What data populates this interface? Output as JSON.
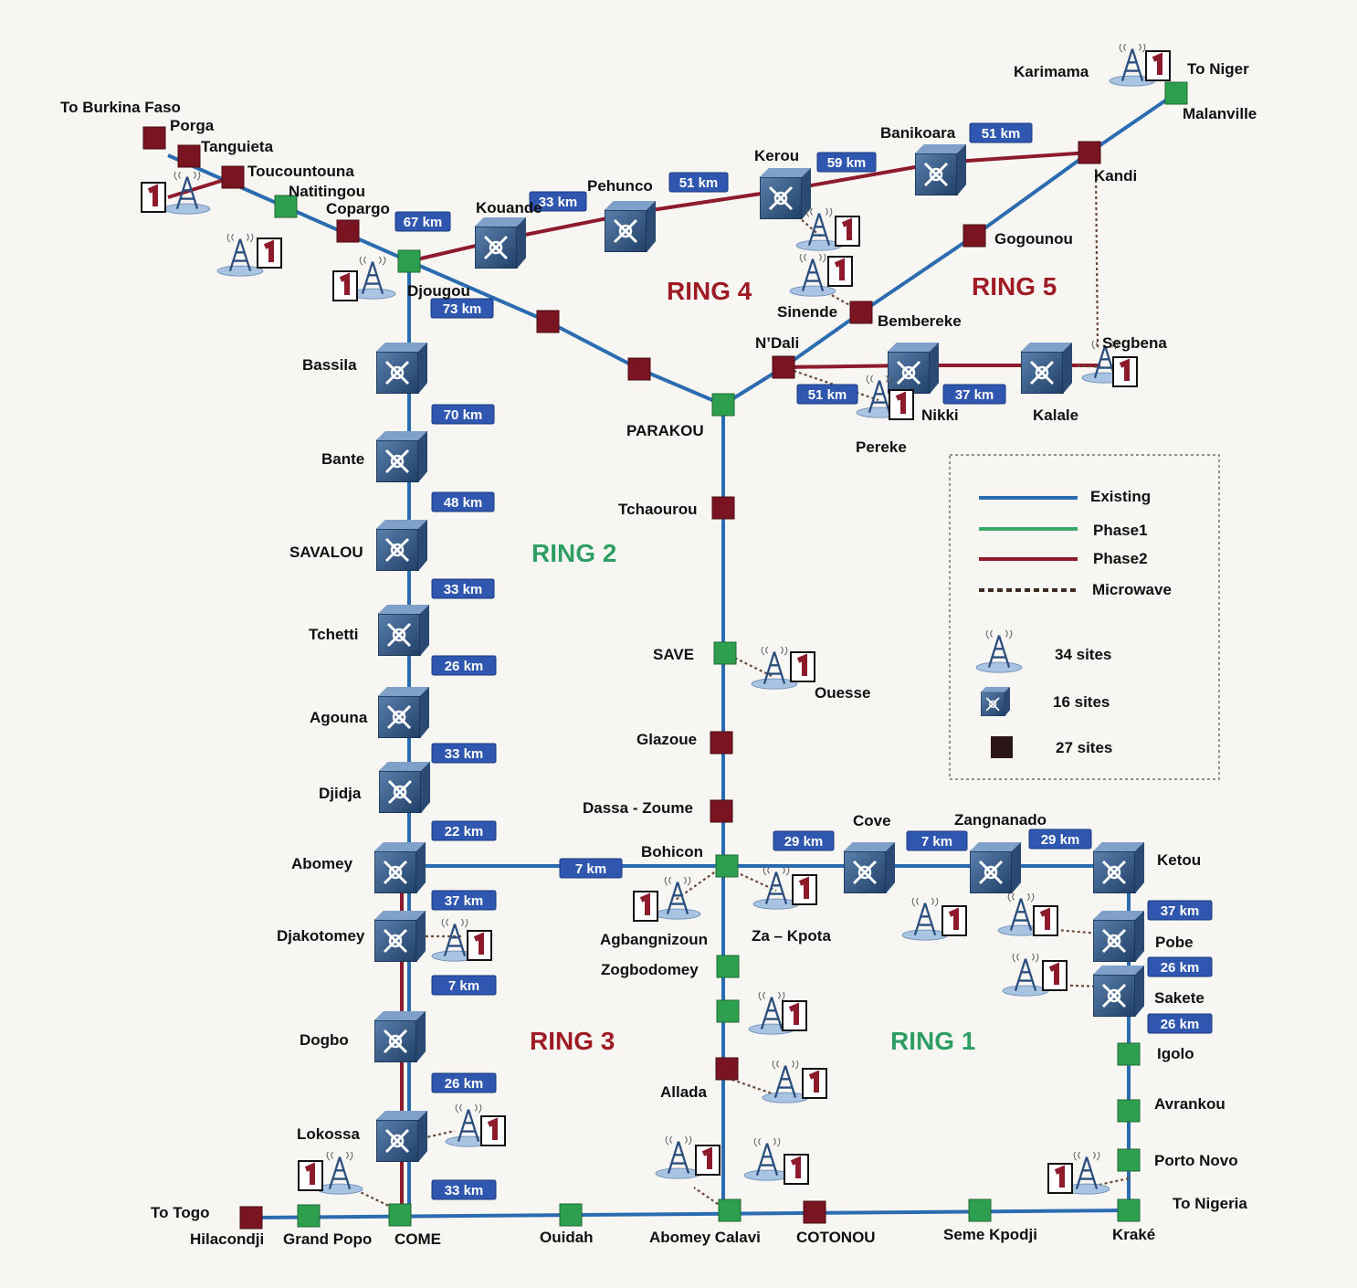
{
  "colors": {
    "existing": "#2b6cb0",
    "phase1": "#3aa96a",
    "phase2": "#8e1b2b",
    "microwave": "#6b4a3a",
    "green_node": "#2e9f4f",
    "red_node": "#7a1420",
    "ring_red": "#9e1b24",
    "ring_green": "#2f9e63",
    "km_box": "#2f57b0"
  },
  "outside_labels": {
    "burkina": "To Burkina Faso",
    "niger": "To Niger",
    "togo": "To Togo",
    "nigeria": "To Nigeria"
  },
  "rings": {
    "ring1": "RING 1",
    "ring2": "RING 2",
    "ring3": "RING 3",
    "ring4": "RING 4",
    "ring5": "RING 5"
  },
  "places": {
    "porga": "Porga",
    "tanguieta": "Tanguieta",
    "toucountouna": "Toucountouna",
    "natitingou": "Natitingou",
    "copargo": "Copargo",
    "djougou": "Djougou",
    "kouande": "Kouande",
    "pehunco": "Pehunco",
    "kerou": "Kerou",
    "banikoara": "Banikoara",
    "kandi": "Kandi",
    "karimama": "Karimama",
    "malanville": "Malanville",
    "gogounou": "Gogounou",
    "sinende": "Sinende",
    "bembereke": "Bembereke",
    "ndali": "N’Dali",
    "segbena": "Segbena",
    "nikki": "Nikki",
    "kalale": "Kalale",
    "pereke": "Pereke",
    "parakou": "PARAKOU",
    "bassila": "Bassila",
    "bante": "Bante",
    "savalou": "SAVALOU",
    "tchetti": "Tchetti",
    "agouna": "Agouna",
    "djidja": "Djidja",
    "abomey": "Abomey",
    "djakotomey": "Djakotomey",
    "dogbo": "Dogbo",
    "lokossa": "Lokossa",
    "tchaourou": "Tchaourou",
    "save": "SAVE",
    "ouesse": "Ouesse",
    "glazoue": "Glazoue",
    "dassa": "Dassa - Zoume",
    "bohicon": "Bohicon",
    "agbangnizoun": "Agbangnizoun",
    "zakpota": "Za – Kpota",
    "zogbodomey": "Zogbodomey",
    "allada": "Allada",
    "cove": "Cove",
    "zangnanado": "Zangnanado",
    "ketou": "Ketou",
    "pobe": "Pobe",
    "sakete": "Sakete",
    "igolo": "Igolo",
    "avrankou": "Avrankou",
    "portonovo": "Porto Novo",
    "hilacondji": "Hilacondji",
    "grandpopo": "Grand Popo",
    "come": "COME",
    "ouidah": "Ouidah",
    "abomeycalavi": "Abomey Calavi",
    "cotonou": "COTONOU",
    "semekpodji": "Seme Kpodji",
    "krake": "Kraké"
  },
  "distances": {
    "d1": "67 km",
    "d2": "33 km",
    "d3": "51 km",
    "d4": "59 km",
    "d5": "51 km",
    "d6": "73 km",
    "d7": "51 km",
    "d8": "37 km",
    "d9": "70 km",
    "d10": "48 km",
    "d11": "33 km",
    "d12": "26 km",
    "d13": "33 km",
    "d14": "22 km",
    "d15": "7 km",
    "d16": "37 km",
    "d17": "7 km",
    "d18": "26 km",
    "d19": "33 km",
    "d20": "29 km",
    "d21": "7 km",
    "d22": "29 km",
    "d23": "37 km",
    "d24": "26 km",
    "d25": "26 km"
  },
  "legend": {
    "existing": "Existing",
    "phase1": "Phase1",
    "phase2": "Phase2",
    "microwave": "Microwave",
    "towers": "34 sites",
    "switches": "16  sites",
    "squares": "27 sites"
  }
}
